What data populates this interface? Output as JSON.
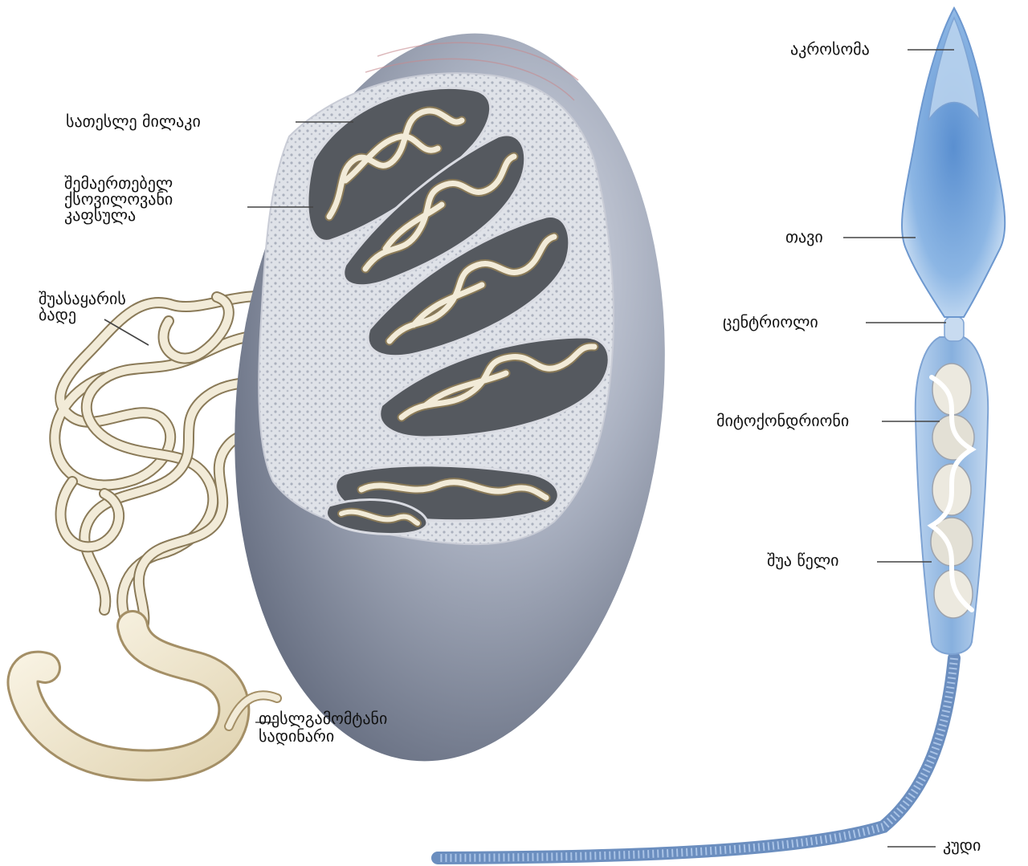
{
  "labels": {
    "seminiferous_tubule": "სათესლე მილაკი",
    "capsule": "შემაერთებელ\nქსოვილოვანი\nკაფსულა",
    "rete": "შუასაყარის\nბადე",
    "vas_deferens": "თესლგამომტანი\nსადინარი",
    "acrosome": "აკროსომა",
    "head": "თავი",
    "centriole": "ცენტრიოლი",
    "mitochondria": "მიტოქონდრიონი",
    "midpiece": "შუა წელი",
    "tail": "კუდი"
  },
  "colors": {
    "testis_body": "#9aa2b4",
    "testis_shadow": "#6b7386",
    "tubule": "#efe6cf",
    "tubule_outline": "#8a7a58",
    "tubule_cavity": "#5c6068",
    "sperm_head": "#6f9fd6",
    "sperm_head_light": "#a9c8ea",
    "mitochondria": "#e8e6dc",
    "tail": "#6b8ebf"
  }
}
